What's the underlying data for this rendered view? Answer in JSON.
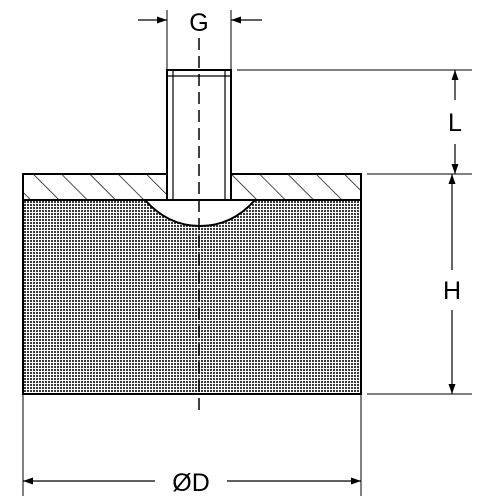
{
  "labels": {
    "thread": "G",
    "stud_length": "L",
    "height": "H",
    "diameter": "ØD"
  },
  "colors": {
    "line": "#000000",
    "rubber_fill": "#5a5a5a",
    "background": "#ffffff"
  }
}
